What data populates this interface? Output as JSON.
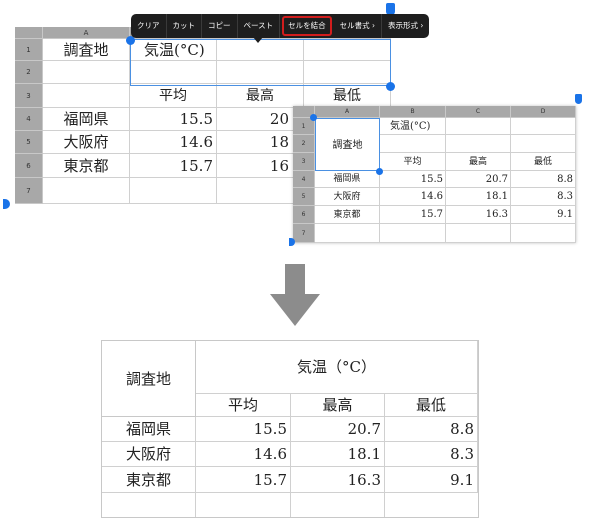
{
  "toolbar": {
    "items": [
      "クリア",
      "カット",
      "コピー",
      "ペースト",
      "セルを結合",
      "セル書式",
      "表示形式"
    ],
    "chevron": "›"
  },
  "large_sheet": {
    "col_headers": [
      "A"
    ],
    "row_headers": [
      "1",
      "2",
      "3",
      "4",
      "5",
      "6",
      "7"
    ],
    "a1": "調査地",
    "b1": "気温(°C)",
    "sub_headers": [
      "平均",
      "最高",
      "最低"
    ],
    "rows": [
      {
        "name": "福岡県",
        "avg": "15.5",
        "max": "20"
      },
      {
        "name": "大阪府",
        "avg": "14.6",
        "max": "18"
      },
      {
        "name": "東京都",
        "avg": "15.7",
        "max": "16"
      }
    ]
  },
  "small_sheet": {
    "col_headers": [
      "A",
      "B",
      "C",
      "D"
    ],
    "row_headers": [
      "1",
      "2",
      "3",
      "4",
      "5",
      "6",
      "7"
    ],
    "merged": "調査地",
    "b1": "気温(°C)",
    "sub_headers": [
      "平均",
      "最高",
      "最低"
    ],
    "rows": [
      {
        "name": "福岡県",
        "avg": "15.5",
        "max": "20.7",
        "min": "8.8"
      },
      {
        "name": "大阪府",
        "avg": "14.6",
        "max": "18.1",
        "min": "8.3"
      },
      {
        "name": "東京都",
        "avg": "15.7",
        "max": "16.3",
        "min": "9.1"
      }
    ]
  },
  "final_table": {
    "merged": "調査地",
    "title": "気温（°C）",
    "sub_headers": [
      "平均",
      "最高",
      "最低"
    ],
    "rows": [
      {
        "name": "福岡県",
        "avg": "15.5",
        "max": "20.7",
        "min": "8.8"
      },
      {
        "name": "大阪府",
        "avg": "14.6",
        "max": "18.1",
        "min": "8.3"
      },
      {
        "name": "東京都",
        "avg": "15.7",
        "max": "16.3",
        "min": "9.1"
      }
    ]
  },
  "colors": {
    "accent": "#1a73e8",
    "highlight": "#d21d1d",
    "arrow": "#8c8c8c"
  }
}
